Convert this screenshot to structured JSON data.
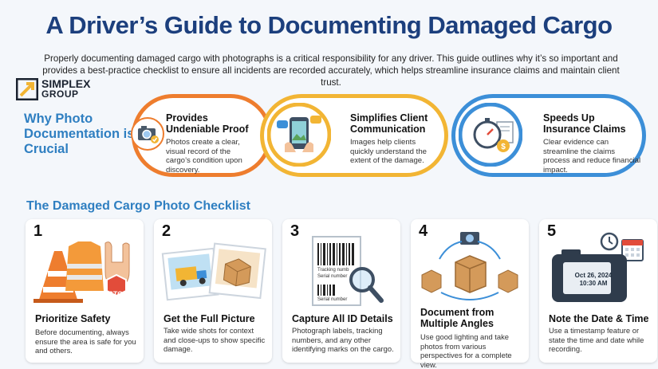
{
  "title": "A Driver’s Guide to Documenting Damaged Cargo",
  "intro": "Properly documenting damaged cargo with photographs is a critical responsibility for any driver. This guide outlines why it’s so important and provides a best-practice checklist to ensure all incidents are recorded accurately, which helps streamline insurance claims and maintain client trust.",
  "logo": {
    "line1": "SIMPLEX",
    "line2": "GROUP"
  },
  "why_heading": "Why Photo Documentation is Crucial",
  "benefits": [
    {
      "title": "Provides Undeniable Proof",
      "desc": "Photos create a clear, visual record of the cargo’s condition upon discovery.",
      "icon": "camera-check-icon",
      "color": "#ee7d2e"
    },
    {
      "title": "Simplifies Client Communication",
      "desc": "Images help clients quickly understand the extent of the damage.",
      "icon": "phone-chat-icon",
      "color": "#f2b534"
    },
    {
      "title": "Speeds Up Insurance Claims",
      "desc": "Clear evidence can streamline the claims process and reduce financial impact.",
      "icon": "stopwatch-claim-icon",
      "color": "#3c8fd8"
    }
  ],
  "checklist_heading": "The Damaged Cargo Photo Checklist",
  "steps": [
    {
      "num": "1",
      "title": "Prioritize Safety",
      "desc": "Before documenting, always ensure the area is safe for you and others.",
      "icon": "safety-vest-cone-icon",
      "sign_text": "STOP"
    },
    {
      "num": "2",
      "title": "Get the Full Picture",
      "desc": "Take wide shots for context and close-ups to show specific damage.",
      "icon": "photos-truck-box-icon"
    },
    {
      "num": "3",
      "title": "Capture All ID Details",
      "desc": "Photograph labels, tracking numbers, and any other identifying marks on the cargo.",
      "icon": "barcode-label-magnifier-icon",
      "label_lines": [
        "Tracking numb",
        "Serial number"
      ],
      "label_footer": "Serial number"
    },
    {
      "num": "4",
      "title": "Document from Multiple Angles",
      "desc": "Use good lighting and take photos from various perspectives for a complete view.",
      "icon": "crates-angles-camera-icon"
    },
    {
      "num": "5",
      "title": "Note the Date & Time",
      "desc": "Use a timestamp feature or state the time and date while recording.",
      "icon": "camera-timestamp-icon",
      "timestamp_date": "Oct 26, 2024",
      "timestamp_time": "10:30 AM"
    }
  ],
  "colors": {
    "title": "#1c3f7d",
    "heading": "#2f7fc1",
    "orange": "#ee7d2e",
    "yellow": "#f2b534",
    "blue": "#3c8fd8"
  }
}
